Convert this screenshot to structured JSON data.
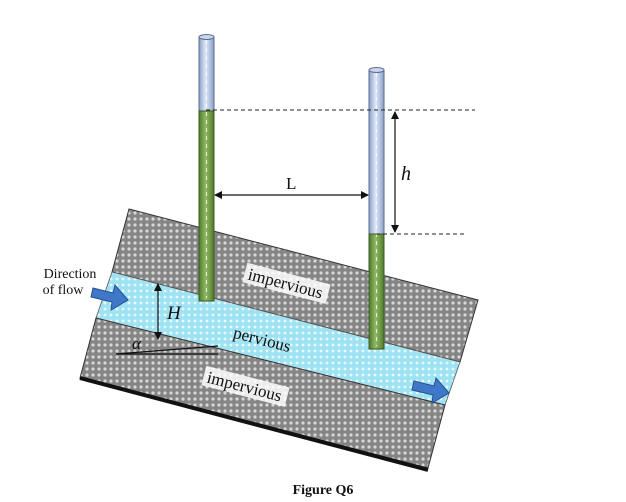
{
  "diagram": {
    "labels": {
      "direction_line1": "Direction",
      "direction_line2": "of flow",
      "upper_layer": "impervious",
      "aquifer": "pervious",
      "lower_layer": "impervious",
      "thickness": "H",
      "angle": "α",
      "distance": "L",
      "head_difference": "h"
    },
    "caption": "Figure Q6"
  },
  "colors": {
    "impervious": "#8c8c8c",
    "pervious": "#9fe6f5",
    "water_column": "#6f9a44",
    "tube_empty": "#b9c8e6",
    "arrow": "#3f78c9"
  }
}
